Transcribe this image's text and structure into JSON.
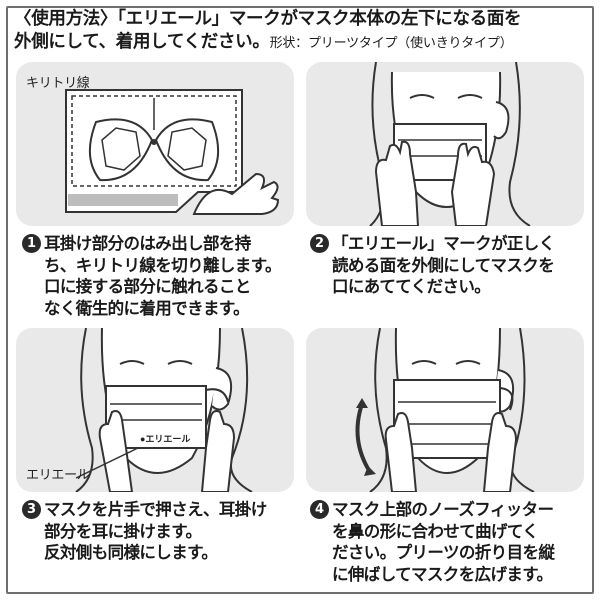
{
  "header": {
    "line1": "〈使用方法〉「エリエール」マークがマスク本体の左下になる面を",
    "line2": "外側にして、着用してください。",
    "shape_note": "形状：プリーツタイプ（使いきりタイプ）"
  },
  "panels": [
    {
      "label": "キリトリ線"
    },
    {
      "label": ""
    },
    {
      "label": "エリエール",
      "mark_text": "●エリエール"
    },
    {
      "label": ""
    }
  ],
  "steps": [
    {
      "number": "1",
      "text": "耳掛け部分のはみ出し部を持\nち、キリトリ線を切り離します。\n口に接する部分に触れること\nなく衛生的に着用できます。"
    },
    {
      "number": "2",
      "text": "「エリエール」マークが正しく\n読める面を外側にしてマスクを\n口にあててください。"
    },
    {
      "number": "3",
      "text": "マスクを片手で押さえ、耳掛け\n部分を耳に掛けます。\n反対側も同様にします。"
    },
    {
      "number": "4",
      "text": "マスク上部のノーズフィッター\nを鼻の形に合わせて曲げてく\nださい。プリーツの折り目を縦\nに伸ばしてマスクを広げます。"
    }
  ],
  "colors": {
    "panel_bg": "#e9e9e9",
    "line": "#333333",
    "number_badge": "#2a2a2a"
  }
}
